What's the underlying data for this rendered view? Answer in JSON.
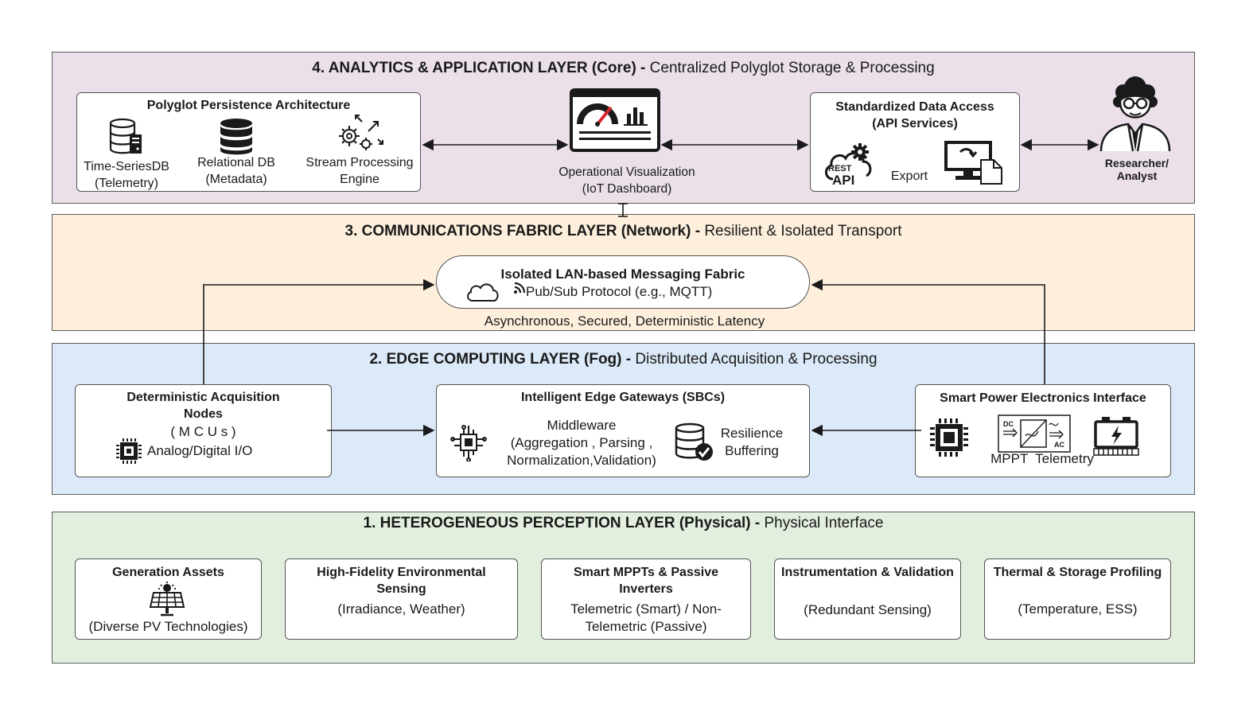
{
  "colors": {
    "layer4_bg": "#ebe0ea",
    "layer3_bg": "#fdefdc",
    "layer2_bg": "#dce9f8",
    "layer1_bg": "#e2efdf",
    "line": "#1a1a1a",
    "dashboard_needle": "#d9262c"
  },
  "layer4": {
    "title_bold": "4. ANALYTICS & APPLICATION LAYER (Core) -",
    "title_rest": "Centralized Polyglot Storage & Processing",
    "polyglot": {
      "title": "Polyglot Persistence Architecture",
      "tsdb_label_1": "Time-SeriesDB",
      "tsdb_label_2": "(Telemetry)",
      "rdb_label_1": "Relational DB",
      "rdb_label_2": "(Metadata)",
      "stream_label_1": "Stream Processing",
      "stream_label_2": "Engine"
    },
    "dashboard": {
      "label_1": "Operational Visualization",
      "label_2": "(IoT Dashboard)"
    },
    "api": {
      "title_1": "Standardized Data Access",
      "title_2": "(API Services)",
      "rest_text": "REST",
      "api_text": "API",
      "export_label": "Export"
    },
    "researcher": {
      "label_1": "Researcher/",
      "label_2": "Analyst"
    }
  },
  "layer3": {
    "title_bold": "3. COMMUNICATIONS FABRIC LAYER (Network) -",
    "title_rest": "Resilient & Isolated Transport",
    "fabric_title": "Isolated LAN-based Messaging Fabric",
    "fabric_protocol": "Pub/Sub Protocol (e.g., MQTT)",
    "fabric_caption": "Asynchronous, Secured, Deterministic Latency"
  },
  "layer2": {
    "title_bold": "2. EDGE COMPUTING LAYER (Fog) -",
    "title_rest": "Distributed Acquisition & Processing",
    "acq": {
      "title_1": "Deterministic Acquisition",
      "title_2": "Nodes",
      "mcus": "( M C U s )",
      "io": "Analog/Digital I/O"
    },
    "gateway": {
      "title": "Intelligent Edge Gateways (SBCs)",
      "mw_1": "Middleware",
      "mw_2": "(Aggregation , Parsing ,",
      "mw_3": "Normalization,Validation)",
      "res_1": "Resilience",
      "res_2": "Buffering"
    },
    "power": {
      "title": "Smart Power Electronics Interface",
      "dc": "DC",
      "ac": "AC",
      "caption": "MPPT  Telemetry"
    }
  },
  "layer1": {
    "title_bold": "1. HETEROGENEOUS PERCEPTION LAYER (Physical) -",
    "title_rest": "Physical Interface",
    "gen": {
      "title": "Generation Assets",
      "desc": "(Diverse PV Technologies)"
    },
    "env": {
      "title_1": "High-Fidelity Environmental",
      "title_2": "Sensing",
      "desc": "(Irradiance, Weather)"
    },
    "mppt": {
      "title_1": "Smart MPPTs & Passive",
      "title_2": "Inverters",
      "desc_1": "Telemetric (Smart) / Non-",
      "desc_2": "Telemetric (Passive)"
    },
    "instr": {
      "title": "Instrumentation & Validation",
      "desc": "(Redundant Sensing)"
    },
    "thermal": {
      "title": "Thermal & Storage Profiling",
      "desc": "(Temperature, ESS)"
    }
  }
}
